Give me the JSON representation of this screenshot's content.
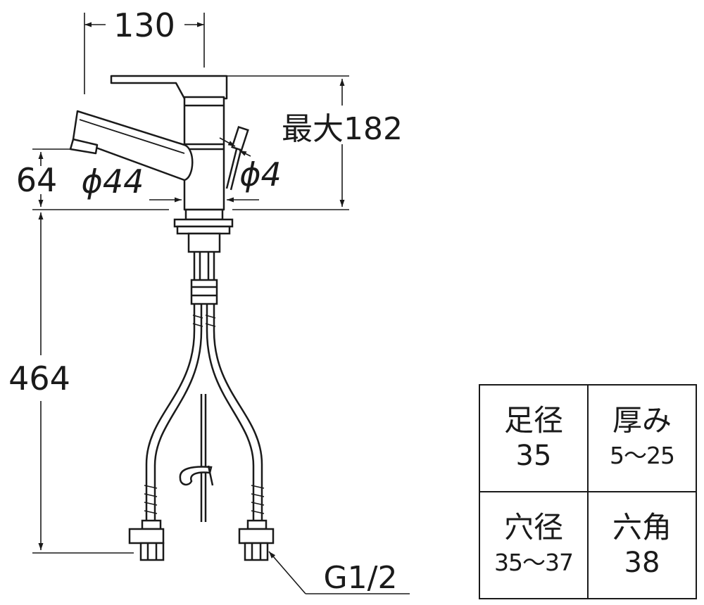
{
  "dimensions": {
    "width": "130",
    "max_height": "最大182",
    "spout_height": "64",
    "body_diameter": "ϕ44",
    "rod_diameter": "ϕ4",
    "hose_length": "464",
    "connection_thread": "G1/2"
  },
  "spec_table": {
    "foot_diameter_label": "足径",
    "foot_diameter_value": "35",
    "thickness_label": "厚み",
    "thickness_value": "5〜25",
    "hole_diameter_label": "穴径",
    "hole_diameter_value": "35〜37",
    "hex_label": "六角",
    "hex_value": "38"
  }
}
